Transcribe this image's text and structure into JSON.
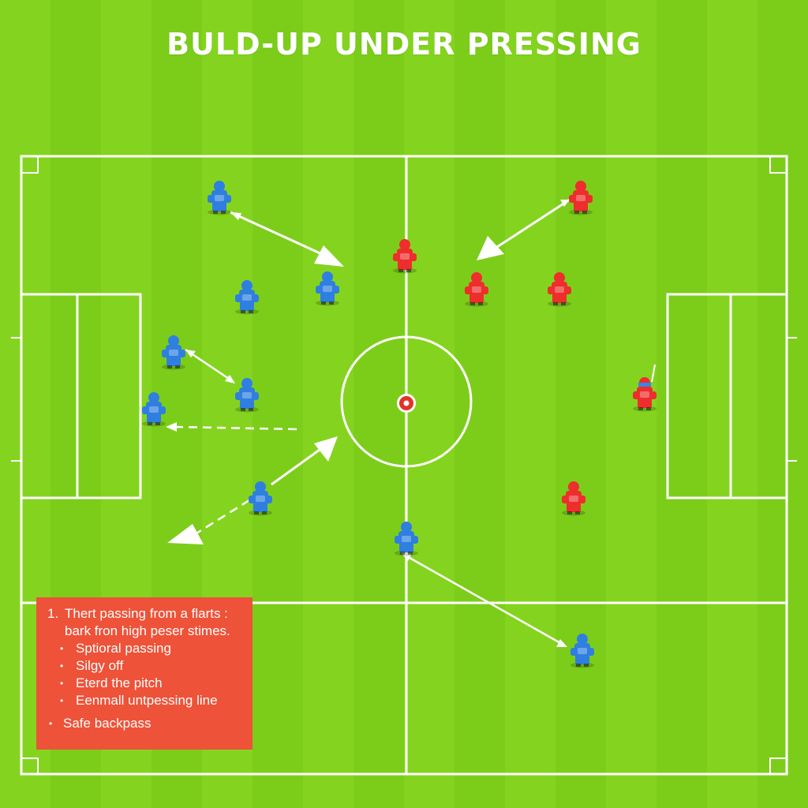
{
  "title": "BULD-UP UNDER PRESSING",
  "colors": {
    "grass": "#84d41f",
    "lines": "#ffffff",
    "team_blue": "#2f7fe0",
    "team_red": "#ee2d2d",
    "notes_panel": "#ee5238"
  },
  "notes": {
    "number": "1.",
    "line1": "Thert passing from a flarts :",
    "line2": "bark fron high peser stimes.",
    "bullet_mark": "•",
    "items": [
      "Sptioral passing",
      "Silgy off",
      "Eterd the pitch",
      "Eenmall untpessing line"
    ],
    "last": "Safe backpass"
  },
  "players": {
    "blue": [
      {
        "id": "b1"
      },
      {
        "id": "b2"
      },
      {
        "id": "b3"
      },
      {
        "id": "b4"
      },
      {
        "id": "b5"
      },
      {
        "id": "b6"
      },
      {
        "id": "b7"
      },
      {
        "id": "b8"
      },
      {
        "id": "b9"
      }
    ],
    "red": [
      {
        "id": "r1"
      },
      {
        "id": "r2"
      },
      {
        "id": "r3"
      },
      {
        "id": "r4"
      },
      {
        "id": "r5"
      },
      {
        "id": "r6"
      }
    ]
  }
}
